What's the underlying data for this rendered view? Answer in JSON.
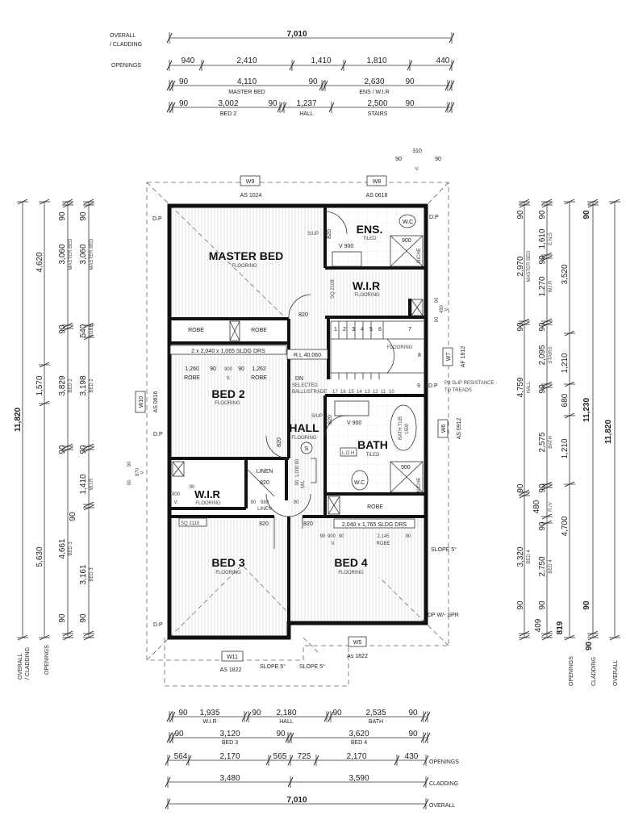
{
  "top_dims": {
    "overall_label": "OVERALL",
    "cladding_label": "/ CLADDING",
    "overall": "7,010",
    "openings_label": "OPENINGS",
    "openings": [
      "940",
      "2,410",
      "1,410",
      "1,810",
      "440"
    ],
    "row3": [
      "90",
      "4,110",
      "MASTER BED",
      "90",
      "2,630",
      "ENS / W.I.R",
      "90"
    ],
    "row4": [
      "90",
      "3,002",
      "BED 2",
      "90",
      "1,237",
      "HALL",
      "2,500",
      "STAIRS",
      "90"
    ]
  },
  "bottom_dims": {
    "row1": [
      "90",
      "1,935",
      "W.I.R",
      "90",
      "2,180",
      "HALL",
      "90",
      "2,535",
      "BATH",
      "90"
    ],
    "row2": [
      "90",
      "3,120",
      "BED 3",
      "90",
      "3,620",
      "BED 4",
      "90"
    ],
    "openings": [
      "564",
      "2,170",
      "565",
      "725",
      "2,170",
      "430"
    ],
    "openings_label": "OPENINGS",
    "cladding": [
      "3,480",
      "3,590"
    ],
    "cladding_label": "CLADDING",
    "overall": "7,010",
    "overall_label": "OVERALL"
  },
  "left_dims": {
    "overall": "11,820",
    "openings": [
      "4,620",
      "1,570",
      "5,630"
    ],
    "col3": [
      "90",
      "3,060",
      "MASTER BED",
      "90",
      "3,829",
      "BED 2",
      "90",
      "4,661",
      "BED 3",
      "90"
    ],
    "col4": [
      "90",
      "3,060",
      "MASTER BED",
      "540",
      "ROBE",
      "3,198",
      "BED 2",
      "90",
      "1,410",
      "W.I.R",
      "90",
      "3,161",
      "BED 3",
      "90"
    ],
    "overall_label": "OVERALL",
    "cladding_label": "/ CLADDING",
    "openings_label": "OPENINGS"
  },
  "right_dims": {
    "col1": [
      "90",
      "2,970",
      "MASTER BED",
      "90",
      "4,759",
      "HALL",
      "90",
      "3,320",
      "BED 4",
      "90",
      "409"
    ],
    "col2": [
      "90",
      "1,610",
      "E.N.S",
      "90",
      "1,270",
      "W.I.R",
      "90",
      "2,095",
      "STAIRS",
      "90",
      "2,575",
      "BATH",
      "90",
      "480",
      "R./V",
      "90",
      "2,750",
      "BED 4",
      "90",
      "819"
    ],
    "col3": [
      "3,520",
      "1,210",
      "680",
      "1,210",
      "4,700"
    ],
    "col4": [
      "90",
      "11,230",
      "90"
    ],
    "overall": "11,820",
    "openings_label": "OPENINGS",
    "cladding_label": "CLADDING",
    "cladding_value": "90",
    "overall_label": "OVERALL"
  },
  "rooms": {
    "master_bed": {
      "name": "MASTER BED",
      "finish": "FLOORING"
    },
    "ens": {
      "name": "ENS.",
      "finish": "TILED"
    },
    "wir_master": {
      "name": "W.I.R",
      "finish": "FLOORING"
    },
    "bed2": {
      "name": "BED 2",
      "finish": "FLOORING"
    },
    "hall": {
      "name": "HALL",
      "finish": "FLOORING"
    },
    "bath": {
      "name": "BATH",
      "finish": "TILED"
    },
    "wir": {
      "name": "W.I.R",
      "finish": "FLOORING"
    },
    "bed3": {
      "name": "BED 3",
      "finish": "FLOORING"
    },
    "bed4": {
      "name": "BED 4",
      "finish": "FLOORING"
    },
    "stairs_finish": "FLOORING",
    "robe": "ROBE",
    "linen": "LINEN"
  },
  "windows": {
    "w9": {
      "tag": "W9",
      "size": "AS 1024"
    },
    "w8": {
      "tag": "W8",
      "size": "AS 0618"
    },
    "w7": {
      "tag": "W7",
      "size": "AF 1812"
    },
    "w6": {
      "tag": "W6",
      "size": "AS 0912"
    },
    "w10": {
      "tag": "W10",
      "size": "AS 0616"
    },
    "w11": {
      "tag": "W11",
      "size": "AS 1822"
    },
    "w5": {
      "tag": "W5",
      "size": "As 1822"
    }
  },
  "annotations": {
    "dp": "D.P",
    "dp_spr": "DP W/- SPR",
    "slope": "SLOPE 5°",
    "rl": "R.L 40.060",
    "sldg_bed2": "2 x 2,040 x 1,065 SLDG DRS",
    "sldg_bed4": "2,040 x 1,765 SLDG DRS",
    "ballustrade": [
      "SELECTED",
      "BALLUSTRADE"
    ],
    "slip": [
      "P3 SLIP RESISTANCE",
      "TD TREADS"
    ],
    "dn": "DN",
    "sup": "S/UP",
    "vanity": "V 900",
    "door": "820",
    "shower": "900",
    "niche": "NICHE",
    "wc": "W.C",
    "bathtub": [
      "BATH TUB",
      "1500"
    ],
    "ldh": "L.D.H",
    "sq_master": "SQ 2108",
    "sq_wir": "SQ 2110",
    "smoke": "S",
    "ml": "M/L",
    "stair_numbers": [
      "1",
      "2",
      "3",
      "4",
      "5",
      "6",
      "7",
      "8",
      "9",
      "10",
      "11",
      "12",
      "13",
      "14",
      "15",
      "16",
      "17"
    ],
    "void_top": [
      "90",
      "310",
      "90",
      "V."
    ],
    "void_right": [
      "90",
      "450",
      "90",
      "V."
    ],
    "void_left": [
      "90",
      "870",
      "90",
      "V."
    ],
    "robe_dims": [
      "1,260",
      "90",
      "900",
      "90",
      "1,262",
      "V."
    ],
    "bed4_robe_dims": [
      "90",
      "900",
      "90",
      "2,145",
      "90",
      "V."
    ],
    "wir_dims": [
      "900",
      "90",
      "V."
    ],
    "linen_dims": [
      "90",
      "980",
      "90"
    ],
    "hall_dims": [
      "90",
      "1,000",
      "90"
    ]
  }
}
